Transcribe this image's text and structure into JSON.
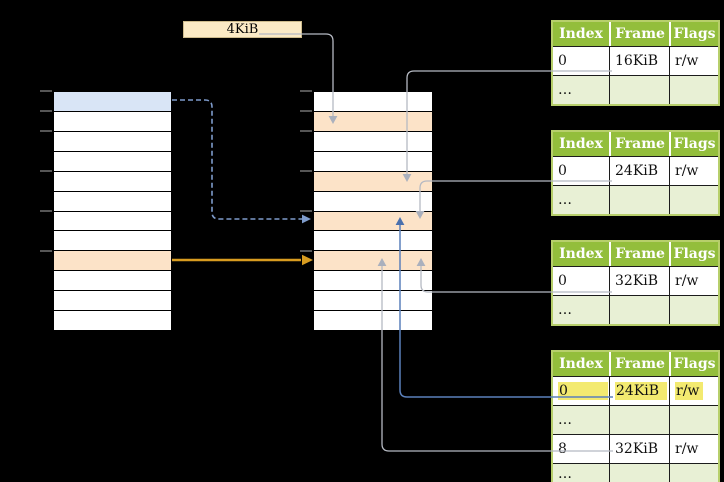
{
  "page_label": {
    "text": "4KiB"
  },
  "memory_columns": {
    "left": {
      "row_count": 12,
      "blue_rows": [
        0
      ],
      "orange_rows": [
        8
      ]
    },
    "middle": {
      "row_count": 12,
      "blue_rows": [],
      "orange_rows": [
        1,
        4,
        6,
        8
      ]
    }
  },
  "page_tables": [
    {
      "name": "page-table-1",
      "headers": [
        "Index",
        "Frame",
        "Flags"
      ],
      "rows": [
        {
          "cells": [
            "0",
            "16KiB",
            "r/w"
          ],
          "variant": "plain"
        },
        {
          "cells": [
            "…",
            "",
            ""
          ],
          "variant": "shaded"
        }
      ]
    },
    {
      "name": "page-table-2",
      "headers": [
        "Index",
        "Frame",
        "Flags"
      ],
      "rows": [
        {
          "cells": [
            "0",
            "24KiB",
            "r/w"
          ],
          "variant": "plain"
        },
        {
          "cells": [
            "…",
            "",
            ""
          ],
          "variant": "shaded"
        }
      ]
    },
    {
      "name": "page-table-3",
      "headers": [
        "Index",
        "Frame",
        "Flags"
      ],
      "rows": [
        {
          "cells": [
            "0",
            "32KiB",
            "r/w"
          ],
          "variant": "plain"
        },
        {
          "cells": [
            "…",
            "",
            ""
          ],
          "variant": "shaded"
        }
      ]
    },
    {
      "name": "page-table-4",
      "headers": [
        "Index",
        "Frame",
        "Flags"
      ],
      "rows": [
        {
          "cells": [
            "0",
            "24KiB",
            "r/w"
          ],
          "variant": "highlight"
        },
        {
          "cells": [
            "…",
            "",
            ""
          ],
          "variant": "shaded"
        },
        {
          "cells": [
            "8",
            "32KiB",
            "r/w"
          ],
          "variant": "plain"
        },
        {
          "cells": [
            "…",
            "",
            ""
          ],
          "variant": "shaded"
        }
      ]
    }
  ],
  "colors": {
    "header_green": "#93be3c",
    "table_border_green": "#b7cf6b",
    "shaded_row_green": "#e8f0d5",
    "highlight_yellow": "#f3ea70",
    "cell_orange": "#fce3c8",
    "cell_blue": "#d9e5f6",
    "label_cream": "#fbeac5",
    "arrow_gray": "#b5b9c2",
    "arrow_gray_head": "#aab0bd",
    "arrow_blue": "#5b80bb",
    "arrow_blue_head": "#4a70ad",
    "dashed_blue": "#7e9bcb",
    "arrow_orange": "#d89c20",
    "tick_gray": "#8a8a8a"
  }
}
